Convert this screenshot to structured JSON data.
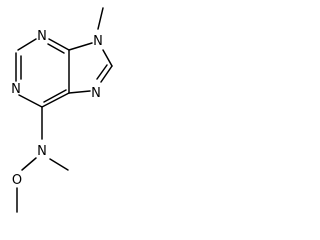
{
  "molecule": {
    "atoms": {
      "n_top": "N",
      "n_left": "N",
      "n9": "N",
      "n7": "N",
      "n_amine": "N",
      "o": "O"
    },
    "colors": {
      "bond": "#000000",
      "label": "#000000",
      "background": "#ffffff"
    }
  }
}
